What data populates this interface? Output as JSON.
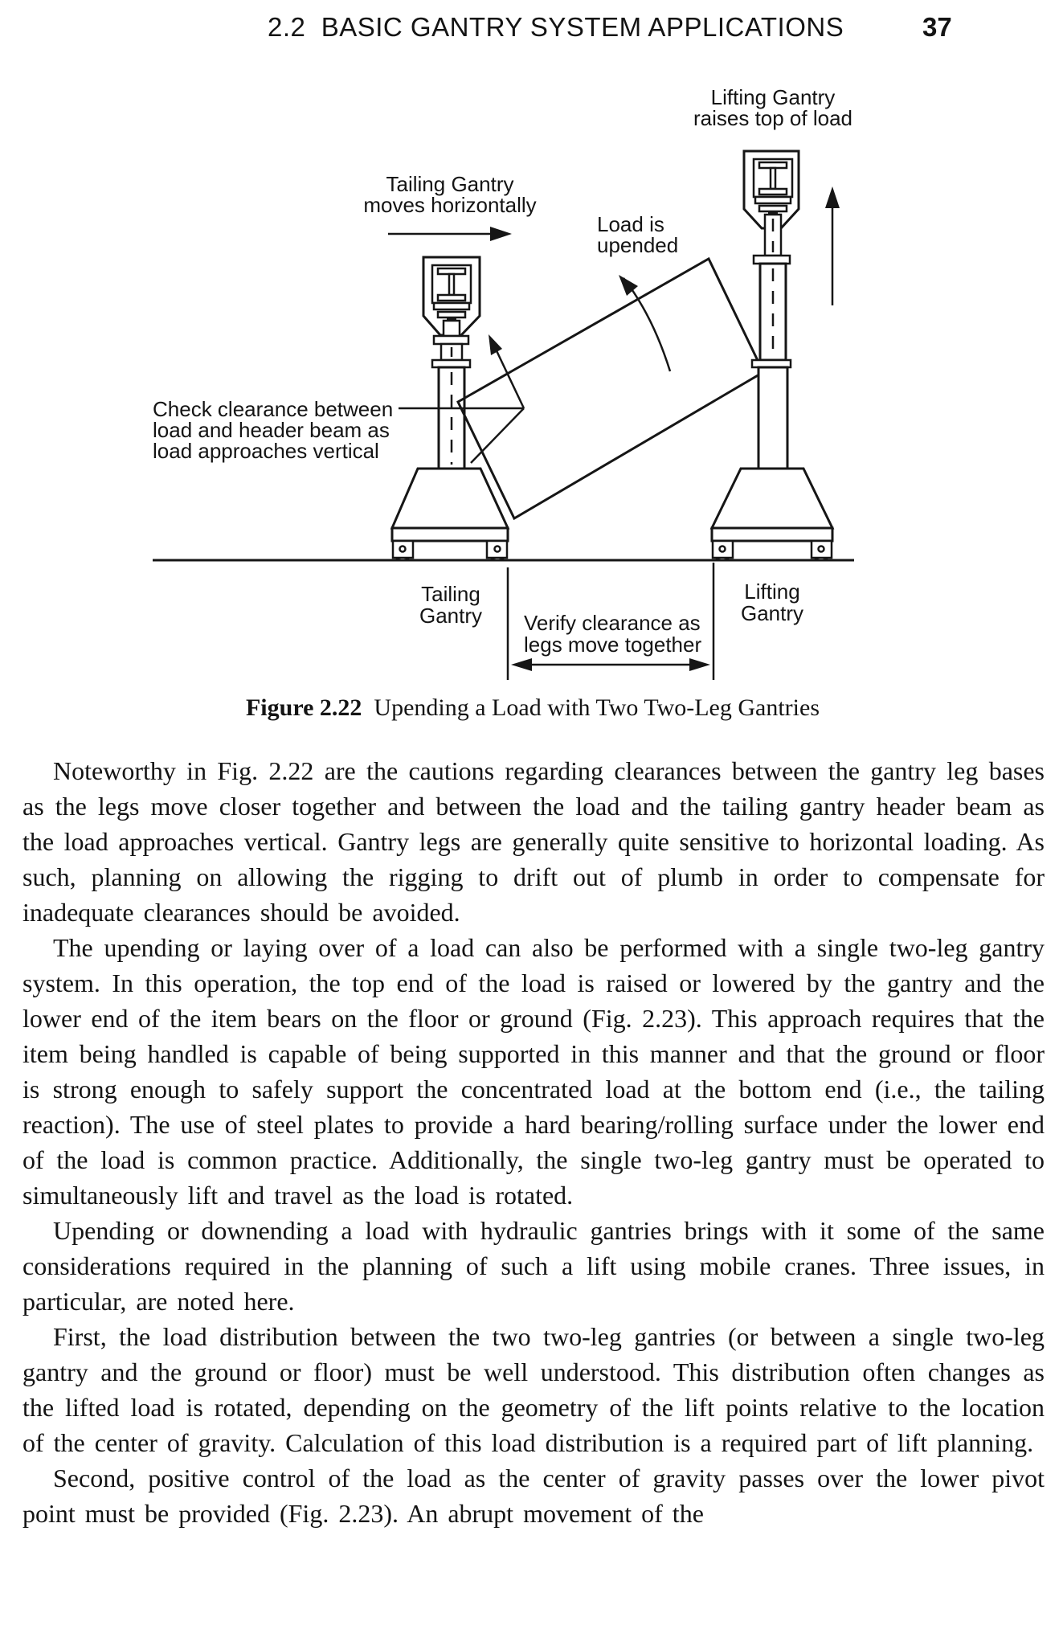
{
  "header": {
    "section": "2.2  BASIC GANTRY SYSTEM APPLICATIONS",
    "page_number": "37"
  },
  "figure": {
    "labels": {
      "lifting_top": [
        "Lifting Gantry",
        "raises top of load"
      ],
      "tailing_top": [
        "Tailing Gantry",
        "moves horizontally"
      ],
      "load_upended": [
        "Load is",
        "upended"
      ],
      "check_clearance": [
        "Check clearance between",
        "load and header beam as",
        "load approaches vertical"
      ],
      "tailing_bottom": [
        "Tailing",
        "Gantry"
      ],
      "verify_clearance": [
        "Verify clearance as",
        "legs move together"
      ],
      "lifting_bottom": [
        "Lifting",
        "Gantry"
      ]
    },
    "caption_label": "Figure 2.22",
    "caption_text": "Upending a Load with Two Two-Leg Gantries"
  },
  "body": {
    "paragraphs": [
      "Noteworthy in Fig. 2.22 are the cautions regarding clearances between the gantry leg bases as the legs move closer together and between the load and the tailing gantry header beam as the load approaches vertical.  Gantry legs are generally quite sensitive to horizontal loading.  As such, planning on allowing the rigging to drift out of plumb in order to compensate for inadequate clearances should be avoided.",
      "The upending or laying over of a load can also be performed with a single two-leg gantry system.  In this operation, the top end of the load is raised or lowered by the gantry and the lower end of the item bears on the floor or ground (Fig. 2.23).  This approach requires that the item being handled is capable of being supported in this manner and that the ground or floor is strong enough to safely support the concentrated load at the bottom end (i.e., the tailing reaction).  The use of steel plates to provide a hard bearing/rolling surface under the lower end of the load is common practice.  Additionally, the single two-leg gantry must be operated to simultaneously lift and travel as the load is rotated.",
      "Upending or downending a load with hydraulic gantries brings with it some of the same considerations required in the planning of such a lift using mobile cranes.  Three issues, in particular, are noted here.",
      "First, the load distribution between the two two-leg gantries (or between a single two-leg gantry and the ground or floor) must be well understood.  This distribution often changes as the lifted load is rotated, depending on the geometry of the lift points relative to the location of the center of gravity.  Calculation of this load distribution is a required part of lift planning.",
      "Second, positive control of the load as the center of gravity passes over the lower pivot point must be provided (Fig. 2.23).  An abrupt movement of the"
    ]
  },
  "colors": {
    "ink": "#161616",
    "paper": "#ffffff"
  }
}
